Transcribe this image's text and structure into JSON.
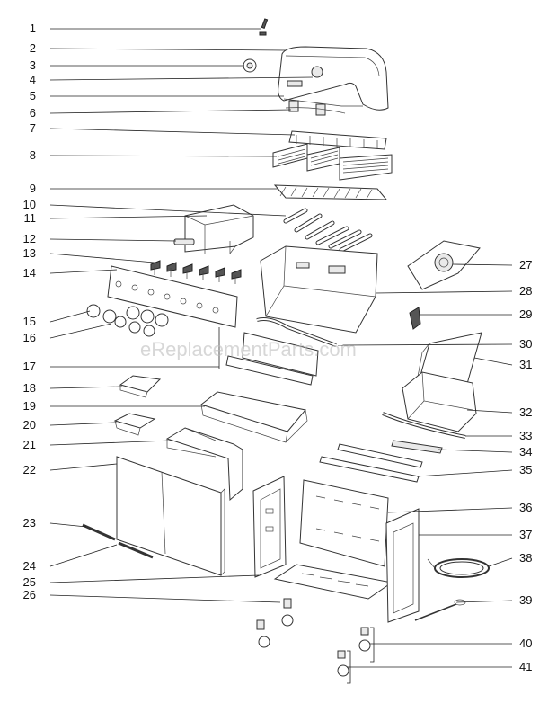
{
  "watermark": "eReplacementParts.com",
  "left_labels": [
    "1",
    "2",
    "3",
    "4",
    "5",
    "6",
    "7",
    "8",
    "9",
    "10",
    "11",
    "12",
    "13",
    "14",
    "15",
    "16",
    "17",
    "18",
    "19",
    "20",
    "21",
    "22",
    "23",
    "24",
    "25",
    "26"
  ],
  "right_labels": [
    "27",
    "28",
    "29",
    "30",
    "31",
    "32",
    "33",
    "34",
    "35",
    "36",
    "37",
    "38",
    "39",
    "40",
    "41"
  ]
}
